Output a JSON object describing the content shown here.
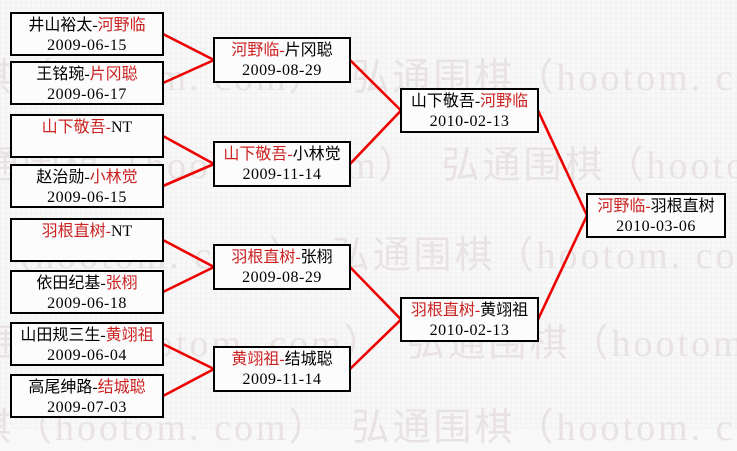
{
  "colors": {
    "winner_text": "#cc2222",
    "loser_text": "#000000",
    "connector_line": "#ee0000",
    "box_border": "#000000",
    "box_fill": "#fcfcfc",
    "background": "#f8f8f8",
    "watermark": "#e9e2e2"
  },
  "watermark": {
    "row": "弘通围棋（hootom. com）　弘通围棋（hootom. com）　弘通围棋（hootom. com）"
  },
  "matches": [
    {
      "id": "m1",
      "round": 1,
      "left": "井山裕太-",
      "right": "河野临",
      "winner": "right",
      "date": "2009-06-15"
    },
    {
      "id": "m2",
      "round": 1,
      "left": "王铭琬-",
      "right": "片冈聪",
      "winner": "right",
      "date": "2009-06-17"
    },
    {
      "id": "m3",
      "round": 1,
      "left": "山下敬吾-",
      "right": "NT",
      "winner": "left",
      "date": ""
    },
    {
      "id": "m4",
      "round": 1,
      "left": "赵治勋-",
      "right": "小林觉",
      "winner": "right",
      "date": "2009-06-15"
    },
    {
      "id": "m5",
      "round": 1,
      "left": "羽根直树-",
      "right": "NT",
      "winner": "left",
      "date": ""
    },
    {
      "id": "m6",
      "round": 1,
      "left": "依田纪基-",
      "right": "张栩",
      "winner": "right",
      "date": "2009-06-18"
    },
    {
      "id": "m7",
      "round": 1,
      "left": "山田规三生-",
      "right": "黄翊祖",
      "winner": "right",
      "date": "2009-06-04"
    },
    {
      "id": "m8",
      "round": 1,
      "left": "高尾绅路-",
      "right": "结城聪",
      "winner": "right",
      "date": "2009-07-03"
    },
    {
      "id": "mA",
      "round": 2,
      "left": "河野临-",
      "right": "片冈聪",
      "winner": "left",
      "date": "2009-08-29"
    },
    {
      "id": "mB",
      "round": 2,
      "left": "山下敬吾-",
      "right": "小林觉",
      "winner": "left",
      "date": "2009-11-14"
    },
    {
      "id": "mC",
      "round": 2,
      "left": "羽根直树-",
      "right": "张栩",
      "winner": "left",
      "date": "2009-08-29"
    },
    {
      "id": "mD",
      "round": 2,
      "left": "黄翊祖-",
      "right": "结城聪",
      "winner": "left",
      "date": "2009-11-14"
    },
    {
      "id": "mE",
      "round": 3,
      "left": "山下敬吾-",
      "right": "河野临",
      "winner": "right",
      "date": "2010-02-13"
    },
    {
      "id": "mF",
      "round": 3,
      "left": "羽根直树-",
      "right": "黄翊祖",
      "winner": "left",
      "date": "2010-02-13"
    },
    {
      "id": "mG",
      "round": 4,
      "left": "河野临-",
      "right": "羽根直树",
      "winner": "left",
      "date": "2010-03-06"
    }
  ],
  "connections": [
    [
      "m1",
      "mA"
    ],
    [
      "m2",
      "mA"
    ],
    [
      "m3",
      "mB"
    ],
    [
      "m4",
      "mB"
    ],
    [
      "m5",
      "mC"
    ],
    [
      "m6",
      "mC"
    ],
    [
      "m7",
      "mD"
    ],
    [
      "m8",
      "mD"
    ],
    [
      "mA",
      "mE"
    ],
    [
      "mB",
      "mE"
    ],
    [
      "mC",
      "mF"
    ],
    [
      "mD",
      "mF"
    ],
    [
      "mE",
      "mG"
    ],
    [
      "mF",
      "mG"
    ]
  ]
}
